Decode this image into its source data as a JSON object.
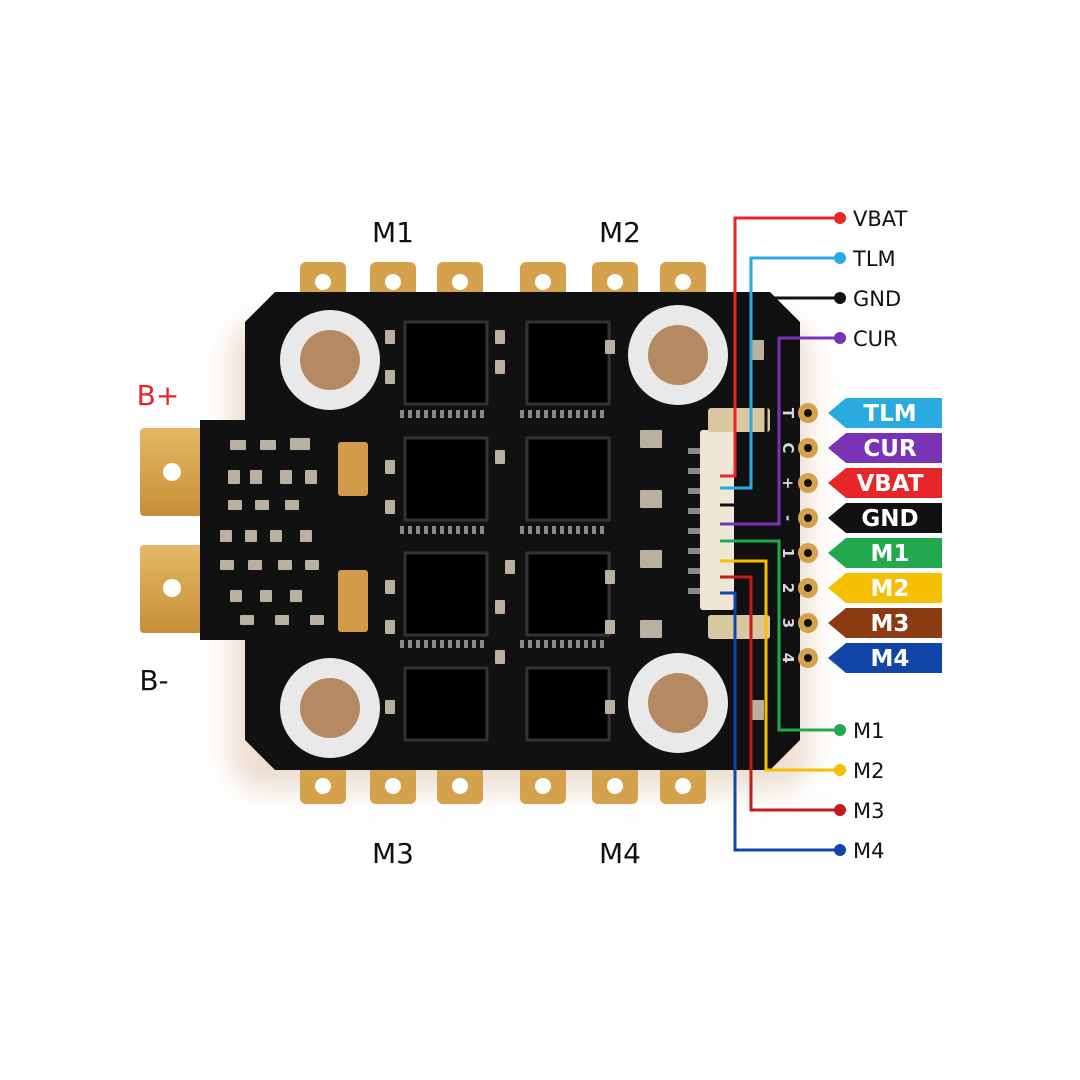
{
  "colors": {
    "background": "#ffffff",
    "pcb": "#101010",
    "gold": "#d4a24c",
    "red": "#e8262a",
    "blue_light": "#29aae1",
    "black": "#111111",
    "purple": "#7b33b5",
    "green": "#22a94f",
    "yellow": "#f5c000",
    "brown": "#8a3b12",
    "dark_red": "#c41a1a",
    "blue_dark": "#1245a8",
    "white": "#ffffff"
  },
  "motor_labels": {
    "m1": "M1",
    "m2": "M2",
    "m3": "M3",
    "m4": "M4"
  },
  "power_labels": {
    "b_plus": "B+",
    "b_minus": "B-"
  },
  "connector_pins": [
    {
      "label": "VBAT",
      "color": "#e8262a"
    },
    {
      "label": "TLM",
      "color": "#29aae1"
    },
    {
      "label": "GND",
      "color": "#111111"
    },
    {
      "label": "CUR",
      "color": "#7b33b5"
    },
    {
      "label": "M1",
      "color": "#22a94f"
    },
    {
      "label": "M2",
      "color": "#f5c000"
    },
    {
      "label": "M3",
      "color": "#c41a1a"
    },
    {
      "label": "M4",
      "color": "#1245a8"
    }
  ],
  "pad_tags": [
    {
      "label": "TLM",
      "color": "#29aae1",
      "silk": "T"
    },
    {
      "label": "CUR",
      "color": "#7b33b5",
      "silk": "C"
    },
    {
      "label": "VBAT",
      "color": "#e8262a",
      "silk": "+"
    },
    {
      "label": "GND",
      "color": "#111111",
      "silk": "-"
    },
    {
      "label": "M1",
      "color": "#22a94f",
      "silk": "1"
    },
    {
      "label": "M2",
      "color": "#f5c000",
      "silk": "2"
    },
    {
      "label": "M3",
      "color": "#8a3b12",
      "silk": "3"
    },
    {
      "label": "M4",
      "color": "#1245a8",
      "silk": "4"
    }
  ]
}
